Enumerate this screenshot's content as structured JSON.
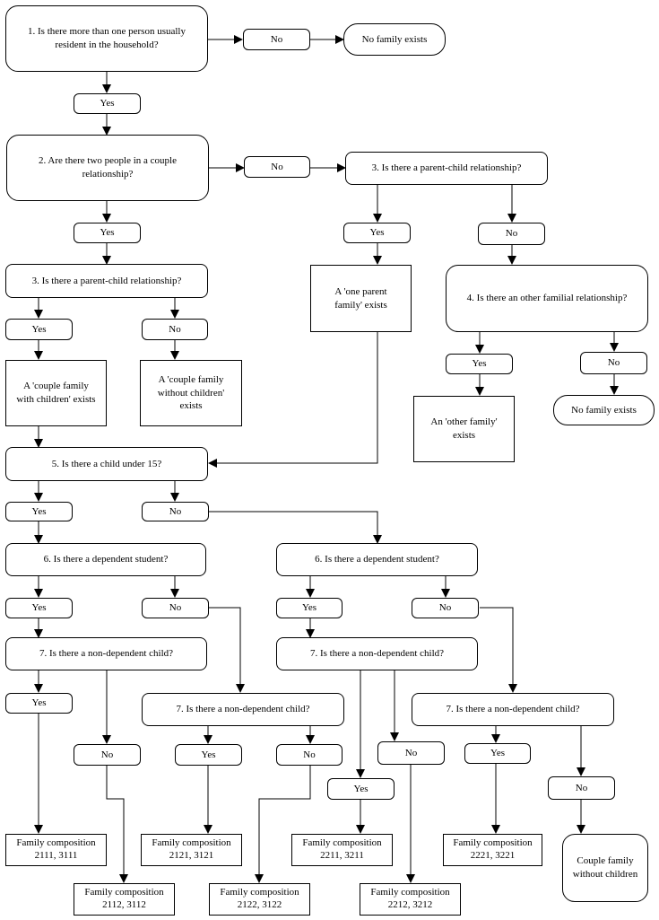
{
  "q1": "1. Is there more than one person usually resident in the household?",
  "q2": "2. Are there two people in a couple relationship?",
  "q3": "3. Is there a parent-child relationship?",
  "q4": "4. Is there an other familial relationship?",
  "q5": "5. Is there a child under 15?",
  "q6": "6. Is there a dependent student?",
  "q7": "7. Is there a non-dependent child?",
  "yes": "Yes",
  "no": "No",
  "no_family": "No family exists",
  "one_parent": "A 'one parent family' exists",
  "couple_with_children": "A 'couple family with children' exists",
  "couple_without_children": "A 'couple family without children' exists",
  "other_family": "An 'other family' exists",
  "couple_no_children_end": "Couple family without children",
  "fc": {
    "c2111": "Family composition 2111, 3111",
    "c2112": "Family composition 2112, 3112",
    "c2121": "Family composition 2121, 3121",
    "c2122": "Family composition 2122, 3122",
    "c2211": "Family composition 2211, 3211",
    "c2212": "Family composition 2212, 3212",
    "c2221": "Family composition 2221, 3221"
  }
}
